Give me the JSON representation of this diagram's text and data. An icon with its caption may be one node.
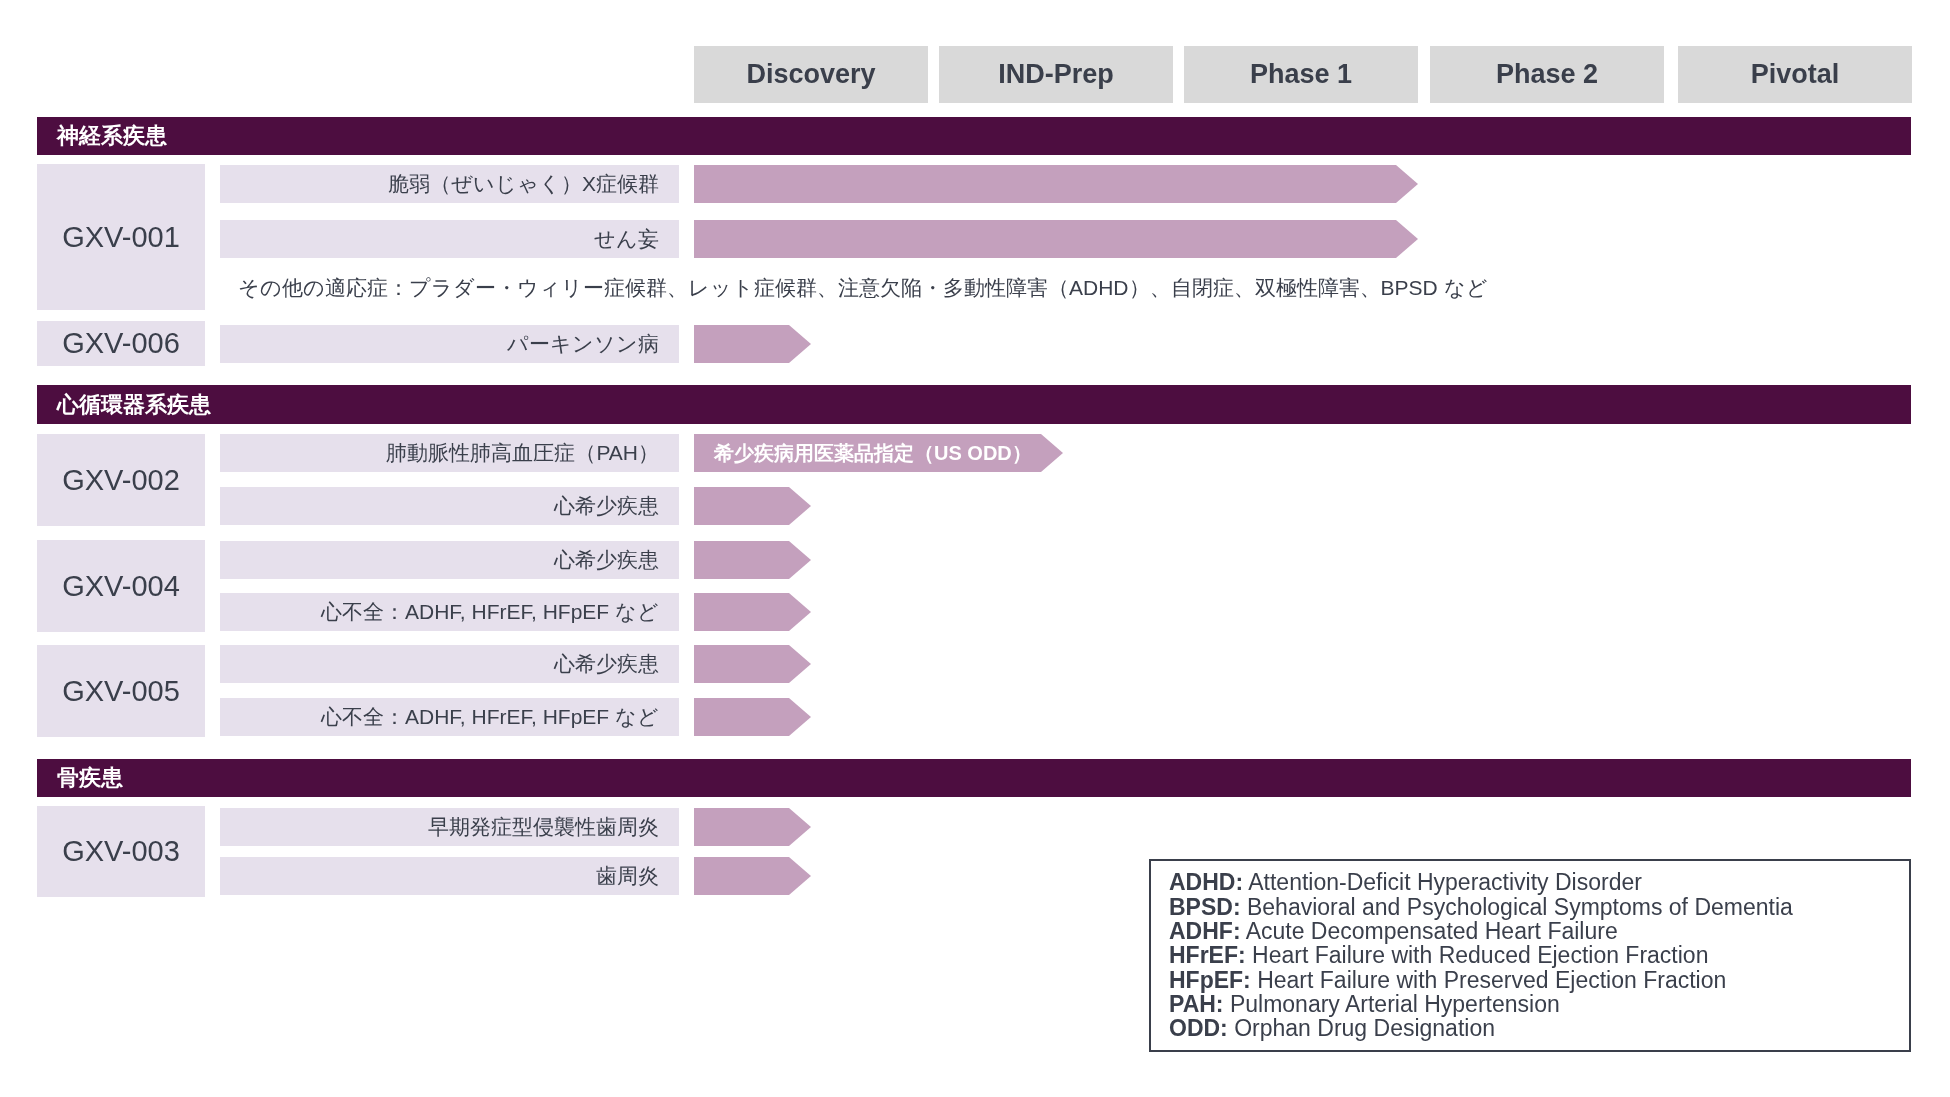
{
  "diagram": {
    "nodes": [
      {
        "text": [
          "Discovery"
        ]
      },
      {
        "text": [
          "IND-Prep"
        ]
      },
      {
        "text": [
          "Phase 1"
        ]
      },
      {
        "text": [
          "Phase 2"
        ]
      },
      {
        "text": [
          "Pivotal"
        ]
      },
      {
        "text": [
          "神経系疾患"
        ]
      },
      {
        "text": [
          "GXV-001"
        ]
      },
      {
        "text": [
          "脆弱（ぜいじゃく）X症候群"
        ]
      },
      {
        "text": [],
        "shape": "bar"
      },
      {
        "text": [
          "せん妄"
        ]
      },
      {
        "text": [],
        "shape": "bar"
      },
      {
        "text": [
          "GXV-006"
        ]
      },
      {
        "text": [
          "パーキンソン病"
        ]
      },
      {
        "text": [],
        "shape": "bar"
      },
      {
        "text": [
          "心循環器系疾患"
        ]
      },
      {
        "text": [
          "GXV-002"
        ]
      },
      {
        "text": [
          "肺動脈性肺高血圧症（PAH）"
        ]
      },
      {
        "text": [
          "希少疾病用医薬品指定（US ODD）"
        ]
      },
      {
        "text": [
          "心希少疾患"
        ]
      },
      {
        "text": [],
        "shape": "bar"
      },
      {
        "text": [
          "GXV-004"
        ]
      },
      {
        "text": [
          "心希少疾患"
        ]
      },
      {
        "text": [],
        "shape": "bar"
      },
      {
        "text": [
          "心不全：ADHF, HFrEF, HFpEF など"
        ]
      },
      {
        "text": [],
        "shape": "bar"
      },
      {
        "text": [
          "GXV-005"
        ]
      },
      {
        "text": [
          "心希少疾患"
        ]
      },
      {
        "text": [],
        "shape": "bar"
      },
      {
        "text": [
          "心不全：ADHF, HFrEF, HFpEF など"
        ]
      },
      {
        "text": [],
        "shape": "bar"
      },
      {
        "text": [
          "骨疾患"
        ]
      },
      {
        "text": [
          "GXV-003"
        ]
      },
      {
        "text": [
          "早期発症型侵襲性歯周炎"
        ]
      },
      {
        "text": [],
        "shape": "bar"
      },
      {
        "text": [
          "歯周炎"
        ]
      },
      {
        "text": [],
        "shape": "bar"
      },
      {
        "text": [
          "**ADHD:** Attention-Deficit Hyperactivity Disorder",
          "**BPSD:** Behavioral and Psychological Symptoms of Dementia",
          "**ADHF:** Acute Decompensated Heart Failure",
          "**HFrEF:** Heart Failure with Reduced Ejection Fraction",
          "**HFpEF:** Heart Failure with Preserved Ejection Fraction",
          "**PAH:** Pulmonary Arterial Hypertension",
          "**ODD:** Orphan Drug Designation"
        ]
      }
    ],
    "labels": [
      "その他の適応症：プラダー・ウィリー症候群、レット症候群、注意欠陥・多動性障害（ADHD）、自閉症、双極性障害、BPSD など"
    ]
  }
}
